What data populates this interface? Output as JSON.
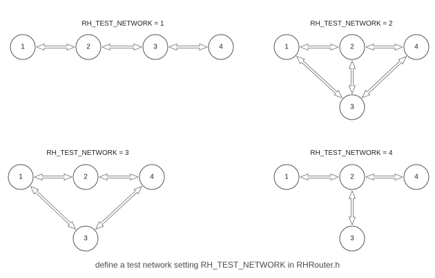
{
  "diagrams": [
    {
      "title": "RH_TEST_NETWORK = 1",
      "nodes": [
        {
          "id": "a",
          "label": "1"
        },
        {
          "id": "b",
          "label": "2"
        },
        {
          "id": "c",
          "label": "3"
        },
        {
          "id": "d",
          "label": "4"
        }
      ],
      "edges": [
        [
          "a",
          "b"
        ],
        [
          "b",
          "c"
        ],
        [
          "c",
          "d"
        ]
      ]
    },
    {
      "title": "RH_TEST_NETWORK = 2",
      "nodes": [
        {
          "id": "a",
          "label": "1"
        },
        {
          "id": "b",
          "label": "2"
        },
        {
          "id": "c",
          "label": "3"
        },
        {
          "id": "d",
          "label": "4"
        }
      ],
      "edges": [
        [
          "a",
          "b"
        ],
        [
          "b",
          "d"
        ],
        [
          "a",
          "c"
        ],
        [
          "b",
          "c"
        ],
        [
          "d",
          "c"
        ]
      ]
    },
    {
      "title": "RH_TEST_NETWORK = 3",
      "nodes": [
        {
          "id": "a",
          "label": "1"
        },
        {
          "id": "b",
          "label": "2"
        },
        {
          "id": "c",
          "label": "3"
        },
        {
          "id": "d",
          "label": "4"
        }
      ],
      "edges": [
        [
          "a",
          "b"
        ],
        [
          "b",
          "d"
        ],
        [
          "a",
          "c"
        ],
        [
          "d",
          "c"
        ]
      ]
    },
    {
      "title": "RH_TEST_NETWORK = 4",
      "nodes": [
        {
          "id": "a",
          "label": "1"
        },
        {
          "id": "b",
          "label": "2"
        },
        {
          "id": "c",
          "label": "3"
        },
        {
          "id": "d",
          "label": "4"
        }
      ],
      "edges": [
        [
          "a",
          "b"
        ],
        [
          "b",
          "d"
        ],
        [
          "b",
          "c"
        ]
      ]
    }
  ],
  "caption": "define a test network setting RH_TEST_NETWORK in RHRouter.h",
  "colors": {
    "node_stroke": "#555555",
    "arrow_stroke": "#777777",
    "text": "#222222",
    "caption": "#4a4a4a"
  }
}
